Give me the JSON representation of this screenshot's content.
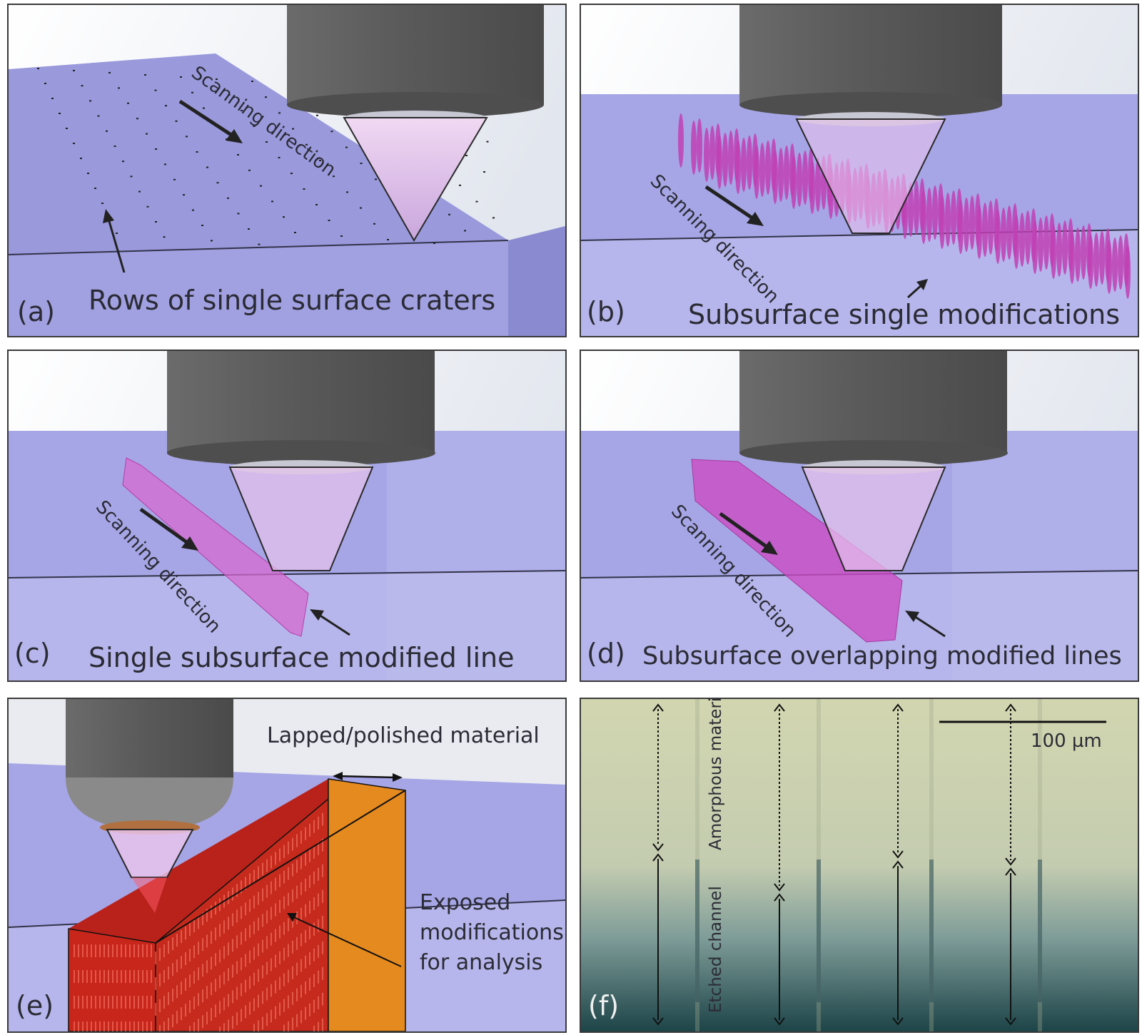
{
  "panels": {
    "a": {
      "label": "(a)",
      "caption": "Rows of single surface craters",
      "scan": "Scanning direction"
    },
    "b": {
      "label": "(b)",
      "caption": "Subsurface single modifications",
      "scan": "Scanning direction"
    },
    "c": {
      "label": "(c)",
      "caption": "Single subsurface modified line",
      "scan": "Scanning direction"
    },
    "d": {
      "label": "(d)",
      "caption": "Subsurface overlapping modified lines",
      "scan": "Scanning direction"
    },
    "e": {
      "label": "(e)",
      "top_label": "Lapped/polished material",
      "side_label_1": "Exposed",
      "side_label_2": "modifications",
      "side_label_3": "for analysis"
    },
    "f": {
      "label": "(f)",
      "scale_bar": "100 µm",
      "amorphous": "Amorphous material",
      "etched": "Etched channel"
    }
  },
  "colors": {
    "glass": "#9c9ce0",
    "glass_light": "#c9c9ee",
    "objective": "#5e5e5e",
    "cone": "#e7c3ec",
    "modification": "#c13fb4",
    "line_mod": "#d66ad0",
    "red_block": "#c8261a",
    "orange_block": "#e58a1e"
  }
}
